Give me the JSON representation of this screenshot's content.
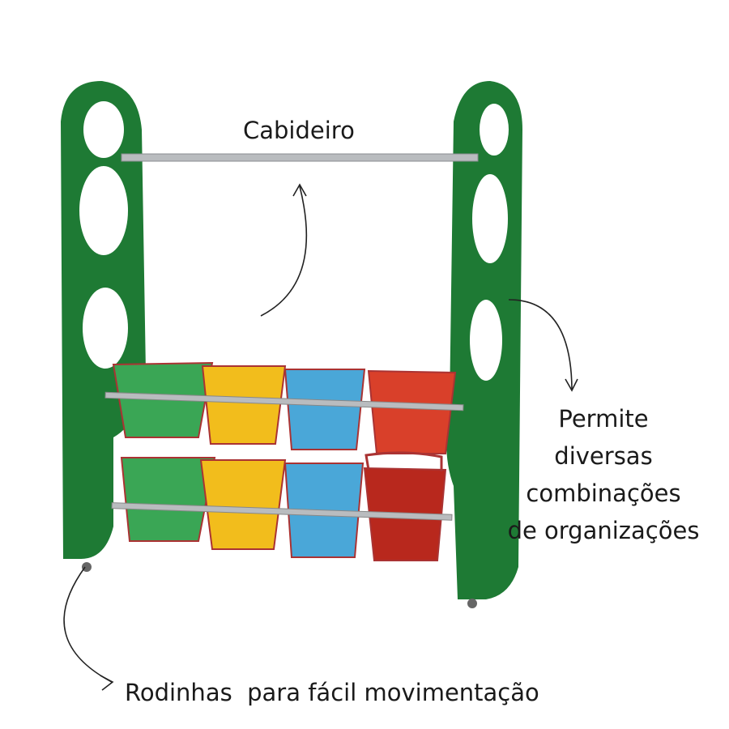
{
  "labels": {
    "hanger": "Cabideiro",
    "combinations": [
      "Permite",
      "diversas",
      "combinações",
      "de organizações"
    ],
    "wheels": "Rodinhas  para fácil movimentação"
  },
  "colors": {
    "frame": "#1e7a34",
    "bin_green": "#3aa655",
    "bin_yellow": "#f2bd1c",
    "bin_blue": "#4aa7d8",
    "bin_red": "#d9402a"
  }
}
